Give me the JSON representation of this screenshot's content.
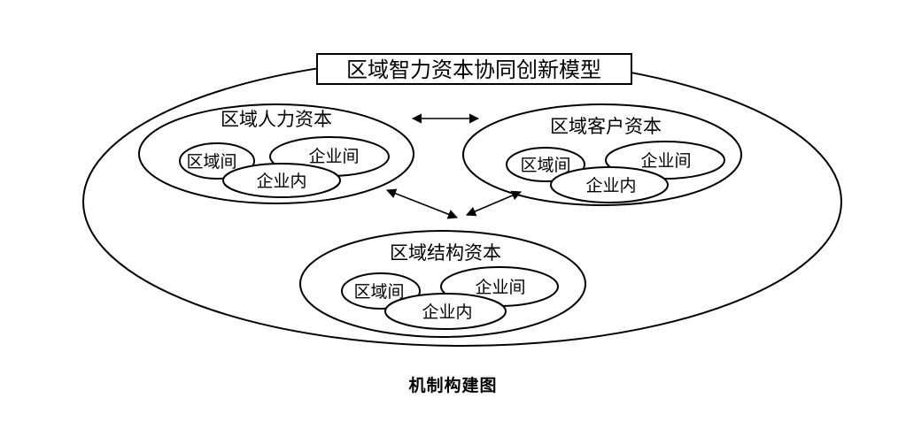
{
  "diagram": {
    "title": "区域智力资本协同创新模型",
    "groups": {
      "human": {
        "label": "区域人力资本",
        "left": "区域间",
        "right": "企业间",
        "bottom": "企业内"
      },
      "customer": {
        "label": "区域客户资本",
        "left": "区域间",
        "right": "企业间",
        "bottom": "企业内"
      },
      "structure": {
        "label": "区域结构资本",
        "left": "区域间",
        "right": "企业间",
        "bottom": "企业内"
      }
    },
    "caption": "机制构建图"
  }
}
